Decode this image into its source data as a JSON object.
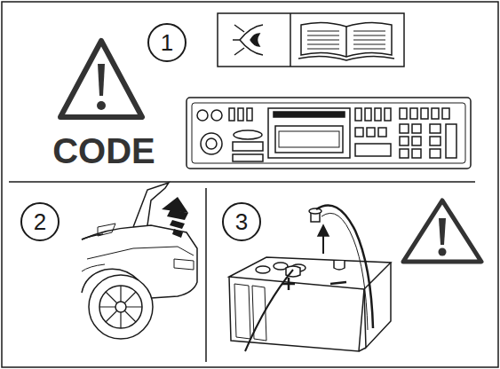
{
  "diagram": {
    "nodes": [
      {
        "text": [
          "1"
        ]
      },
      {
        "text": [
          "2"
        ]
      },
      {
        "text": [
          "3"
        ]
      }
    ],
    "labels": [
      "CODE"
    ]
  }
}
